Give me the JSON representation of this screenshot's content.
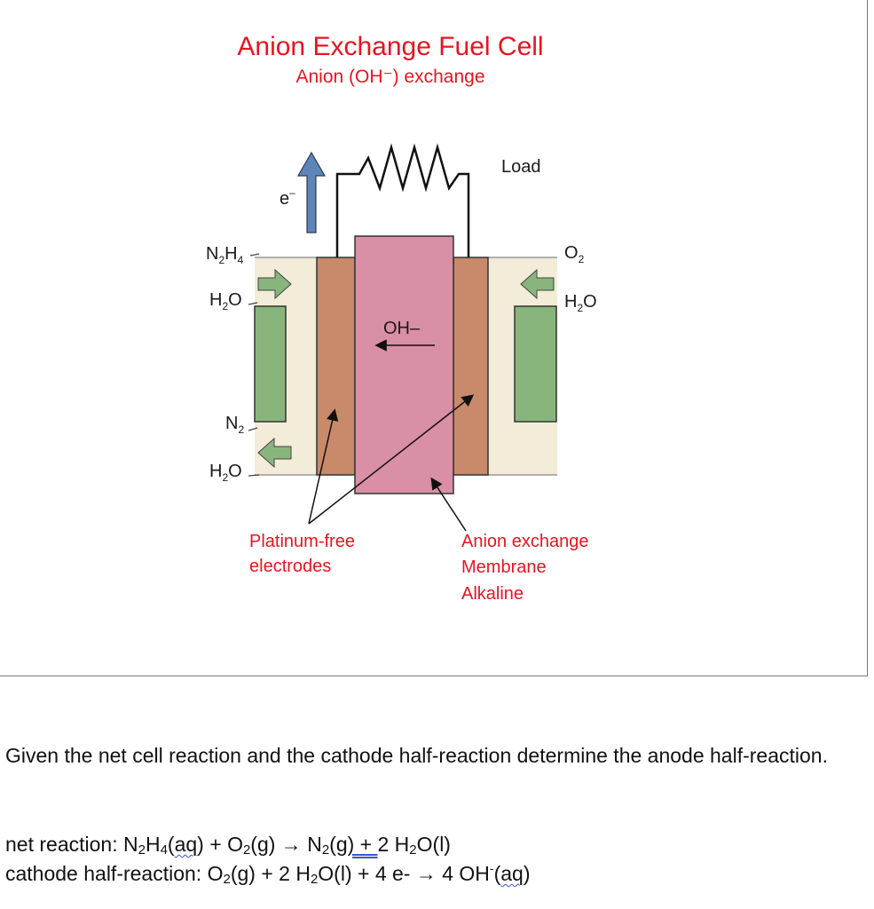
{
  "diagram": {
    "title": "Anion Exchange Fuel Cell",
    "subtitle": "Anion (OH⁻) exchange",
    "load_label": "Load",
    "electron_label": "e",
    "electron_sup": "–",
    "hydroxide_label": "OH–",
    "anode_side": {
      "input_fuel": {
        "main": "N",
        "sub1": "2",
        "mid": "H",
        "sub2": "4"
      },
      "input_water": {
        "main": "H",
        "sub": "2",
        "end": "O"
      },
      "output_nitrogen": {
        "main": "N",
        "sub": "2"
      },
      "output_water": {
        "main": "H",
        "sub": "2",
        "end": "O"
      }
    },
    "cathode_side": {
      "input_oxygen": {
        "main": "O",
        "sub": "2"
      },
      "output_water": {
        "main": "H",
        "sub": "2",
        "end": "O"
      }
    },
    "electrode_label_line1": "Platinum-free",
    "electrode_label_line2": "electrodes",
    "membrane_label_line1": "Anion exchange",
    "membrane_label_line2": "Membrane",
    "membrane_label_line3": "Alkaline",
    "colors": {
      "title_red": "#e8141f",
      "electrode": "#c9896b",
      "membrane": "#d98fa6",
      "chamber": "#f2ecd9",
      "flow_channel": "#88b57c",
      "electron_arrow": "#5e85b8"
    }
  },
  "question": {
    "text": " Given the net cell reaction and the cathode half-reaction determine the anode half-reaction."
  },
  "net_reaction": {
    "label": "net reaction: ",
    "r1a": "N",
    "r1s1": "2",
    "r1b": "H",
    "r1s2": "4",
    "r1c": "(",
    "r1state": "aq",
    "r1d": ")",
    "plus1": " + ",
    "r2a": "O",
    "r2s": "2",
    "r2b": "(g) → ",
    "p1a": "N",
    "p1s": "2",
    "p1b": "(",
    "p1state": "g)  + ",
    "p1c": "",
    "p2a": "2 H",
    "p2s": "2",
    "p2b": "O(l)"
  },
  "cathode_reaction": {
    "label": "cathode half-reaction: ",
    "r1a": "O",
    "r1s": "2",
    "r1b": "(g) + 2 H",
    "r1s2": "2",
    "r1c": "O(l) + 4 e- → 4 OH",
    "sup": "-",
    "p1a": "(",
    "p1state": "aq",
    "p1b": ")"
  }
}
